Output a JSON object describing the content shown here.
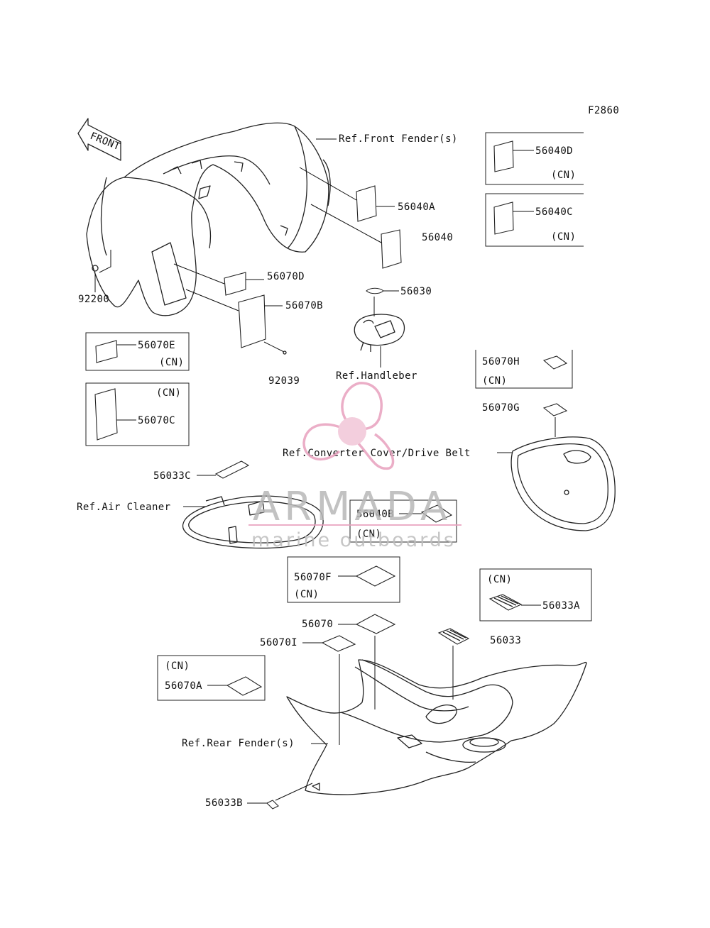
{
  "figure_code": "F2860",
  "front_arrow": "FRONT",
  "references": {
    "front_fender": "Ref.Front Fender(s)",
    "handlebar": "Ref.Handleber",
    "converter_cover": "Ref.Converter Cover/Drive Belt",
    "air_cleaner": "Ref.Air Cleaner",
    "rear_fender": "Ref.Rear Fender(s)"
  },
  "parts": {
    "p56040D": "56040D",
    "p56040C": "56040C",
    "p56040A": "56040A",
    "p56040": "56040",
    "p56070D": "56070D",
    "p56070B": "56070B",
    "p92200": "92200",
    "p92039": "92039",
    "p56030": "56030",
    "p56070E": "56070E",
    "p56070C": "56070C",
    "p56070H": "56070H",
    "p56070G": "56070G",
    "p56033C": "56033C",
    "p56040B": "56040B",
    "p56070F": "56070F",
    "p56033A": "56033A",
    "p56070": "56070",
    "p56070I": "56070I",
    "p56033": "56033",
    "p56070A": "56070A",
    "p56033B": "56033B"
  },
  "cn_tag": "(CN)",
  "watermark": {
    "brand": "ARMADA",
    "tagline": "marine outboards",
    "color": "#e8a0be",
    "text_color": "#b3b3b3"
  }
}
